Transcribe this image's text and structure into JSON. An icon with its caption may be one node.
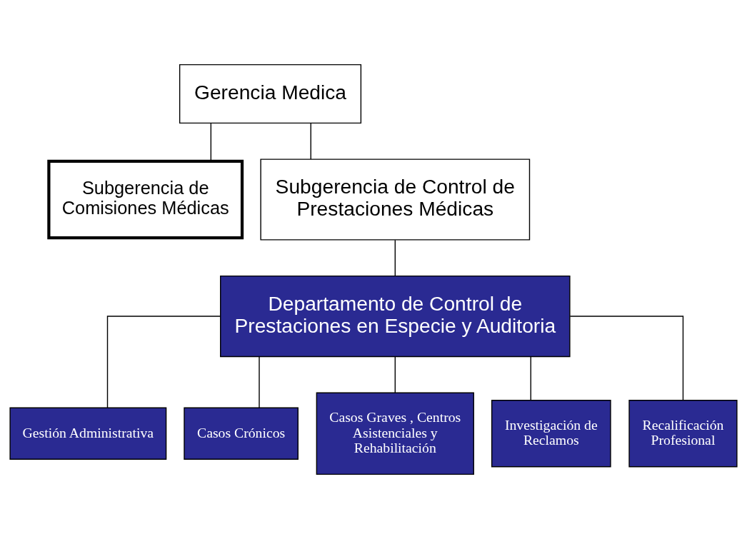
{
  "diagram": {
    "nodes": [
      {
        "text": [
          "Gerencia Medica"
        ]
      },
      {
        "text": [
          "Subgerencia de Comisiones Médicas"
        ]
      },
      {
        "text": [
          "Subgerencia de Control de Prestaciones Médicas"
        ]
      },
      {
        "text": [
          "Departamento de Control de Prestaciones en Especie y Auditoria"
        ]
      },
      {
        "text": [
          "Gestión Administrativa"
        ]
      },
      {
        "text": [
          "Casos Crónicos"
        ]
      },
      {
        "text": [
          "Casos Graves , Centros Asistenciales y Rehabilitación"
        ]
      },
      {
        "text": [
          "Investigación de Reclamos"
        ]
      },
      {
        "text": [
          "Recalificación Profesional"
        ]
      }
    ],
    "edges": [
      {
        "from": 0,
        "to": 1,
        "arrow": "none"
      },
      {
        "from": 0,
        "to": 2,
        "arrow": "none"
      },
      {
        "from": 2,
        "to": 3,
        "arrow": "none"
      },
      {
        "from": 3,
        "to": 4,
        "arrow": "none"
      },
      {
        "from": 3,
        "to": 5,
        "arrow": "none"
      },
      {
        "from": 3,
        "to": 6,
        "arrow": "none"
      },
      {
        "from": 3,
        "to": 7,
        "arrow": "none"
      },
      {
        "from": 3,
        "to": 8,
        "arrow": "none"
      }
    ]
  }
}
